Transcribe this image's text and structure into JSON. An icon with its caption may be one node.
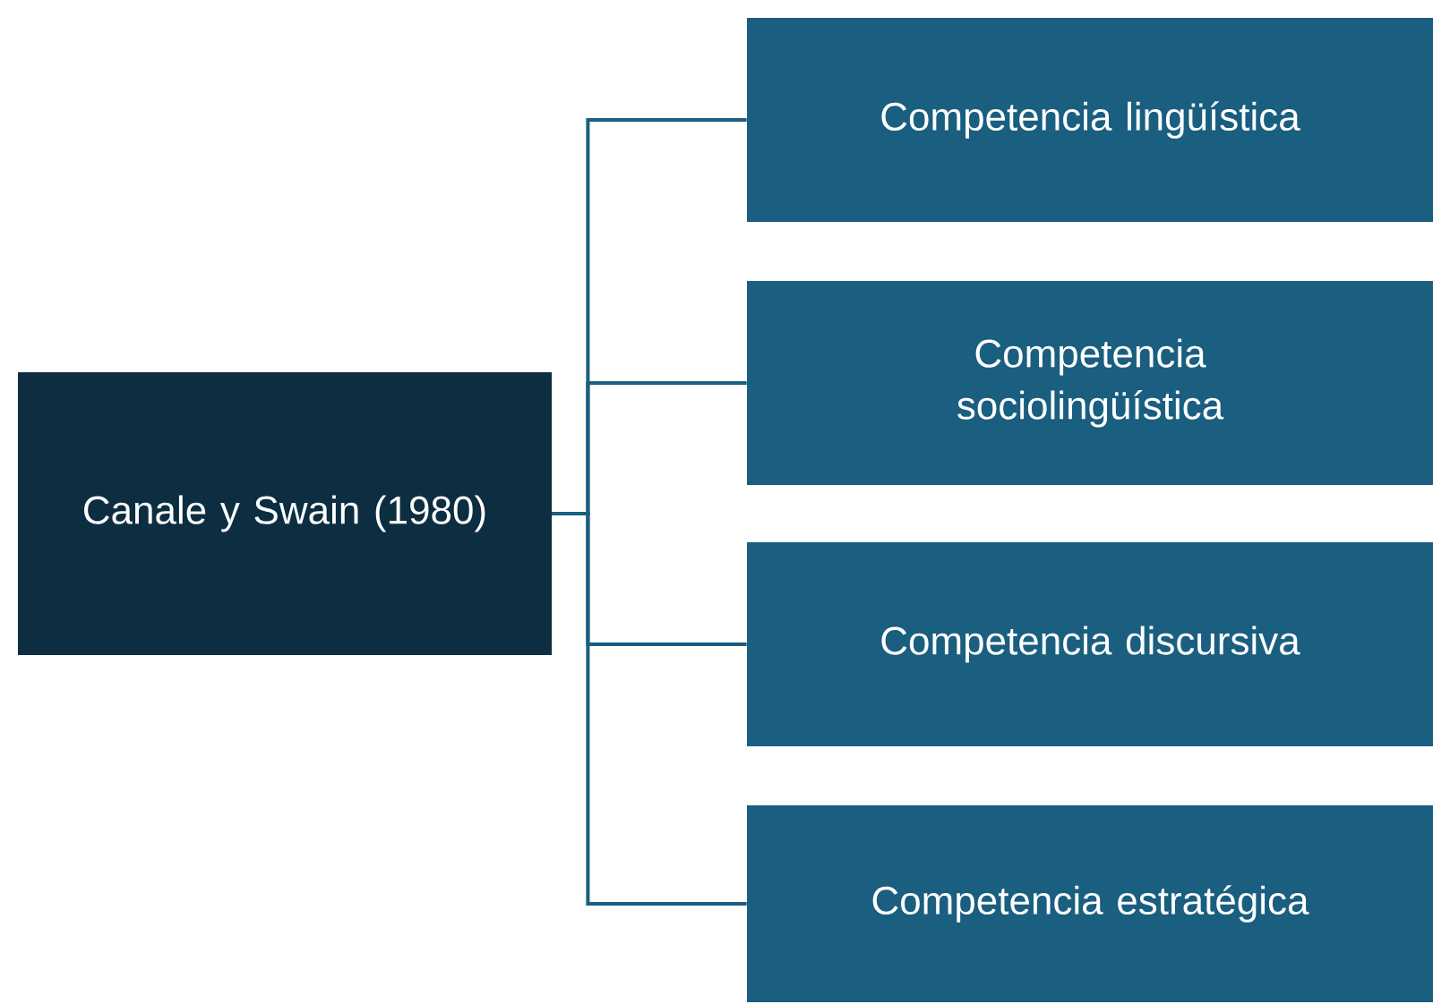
{
  "diagram": {
    "nodes": [
      {
        "text": [
          "Canale y Swain (1980)"
        ]
      },
      {
        "text": [
          "Competencia lingüística"
        ]
      },
      {
        "text": [
          "Competencia sociolingüística"
        ]
      },
      {
        "text": [
          "Competencia discursiva"
        ]
      },
      {
        "text": [
          "Competencia estratégica"
        ]
      }
    ],
    "edges": [
      {
        "from": 0,
        "to": 1,
        "arrow": "none"
      },
      {
        "from": 0,
        "to": 2,
        "arrow": "none"
      },
      {
        "from": 0,
        "to": 3,
        "arrow": "none"
      },
      {
        "from": 0,
        "to": 4,
        "arrow": "none"
      }
    ]
  }
}
